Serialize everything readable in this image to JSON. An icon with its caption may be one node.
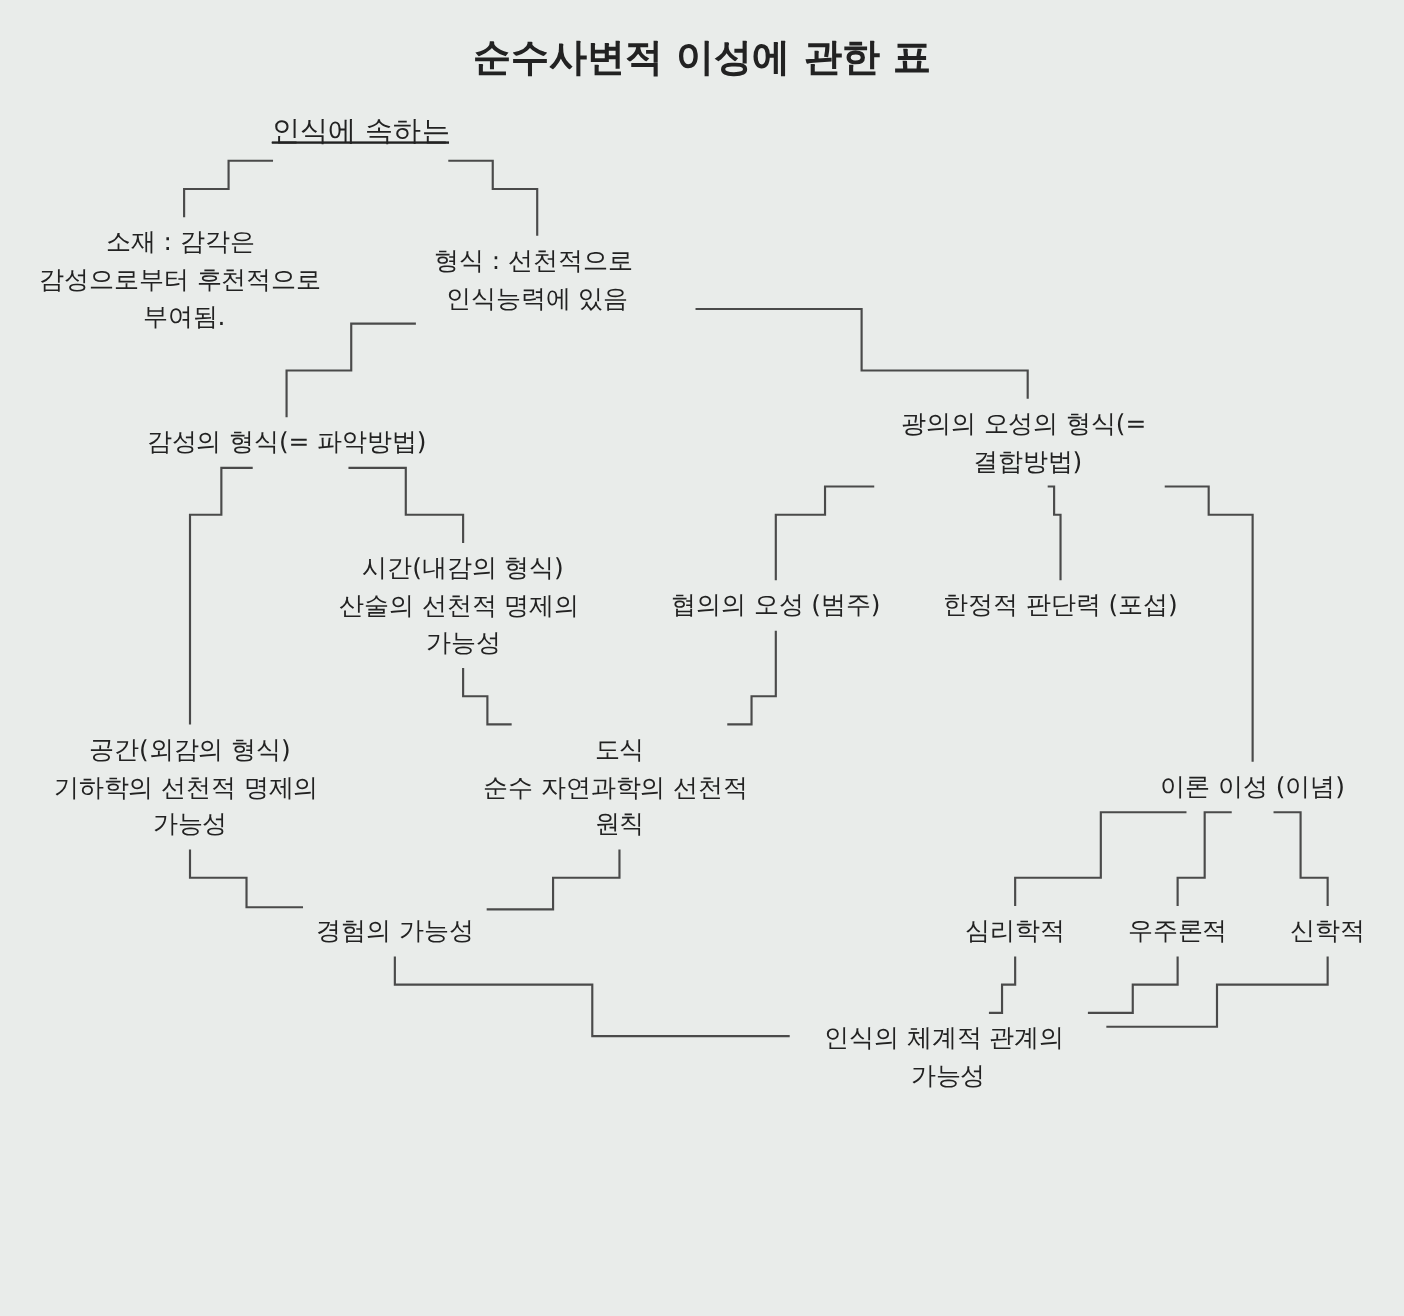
{
  "diagram": {
    "title": "순수사변적 이성에 관한 표",
    "nodes": [
      {
        "text": [
          "인식에 속하는"
        ]
      },
      {
        "text": [
          "소재 : 감각은 감성으로부터 후천적으로 부여됨."
        ]
      },
      {
        "text": [
          "형식 : 선천적으로 인식능력에 있음"
        ]
      },
      {
        "text": [
          "감성의 형식(= 파악방법)"
        ]
      },
      {
        "text": [
          "광의의 오성의 형식(= 결합방법)"
        ]
      },
      {
        "text": [
          "공간(외감의 형식)",
          "기하학의 선천적 명제의 가능성"
        ]
      },
      {
        "text": [
          "시간(내감의 형식)",
          "산술의 선천적 명제의 가능성"
        ]
      },
      {
        "text": [
          "협의의 오성 (범주)"
        ]
      },
      {
        "text": [
          "한정적 판단력 (포섭)"
        ]
      },
      {
        "text": [
          "이론 이성 (이념)"
        ]
      },
      {
        "text": [
          "심리학적"
        ]
      },
      {
        "text": [
          "우주론적"
        ]
      },
      {
        "text": [
          "신학적"
        ]
      },
      {
        "text": [
          "도식",
          "순수 자연과학의 선천적 원칙"
        ]
      },
      {
        "text": [
          "경험의 가능성"
        ]
      },
      {
        "text": [
          "인식의 체계적 관계의 가능성"
        ]
      }
    ],
    "edges": [
      {
        "from": 0,
        "to": 1,
        "arrow": "none"
      },
      {
        "from": 0,
        "to": 2,
        "arrow": "none"
      },
      {
        "from": 2,
        "to": 3,
        "arrow": "none"
      },
      {
        "from": 2,
        "to": 4,
        "arrow": "none"
      },
      {
        "from": 3,
        "to": 5,
        "arrow": "none"
      },
      {
        "from": 3,
        "to": 6,
        "arrow": "none"
      },
      {
        "from": 4,
        "to": 7,
        "arrow": "none"
      },
      {
        "from": 4,
        "to": 8,
        "arrow": "none"
      },
      {
        "from": 4,
        "to": 9,
        "arrow": "none"
      },
      {
        "from": 9,
        "to": 10,
        "arrow": "none"
      },
      {
        "from": 9,
        "to": 11,
        "arrow": "none"
      },
      {
        "from": 9,
        "to": 12,
        "arrow": "none"
      },
      {
        "from": 6,
        "to": 13,
        "arrow": "none"
      },
      {
        "from": 7,
        "to": 13,
        "arrow": "none"
      },
      {
        "from": 5,
        "to": 14,
        "arrow": "none"
      },
      {
        "from": 13,
        "to": 14,
        "arrow": "none"
      },
      {
        "from": 10,
        "to": 15,
        "arrow": "none"
      },
      {
        "from": 11,
        "to": 15,
        "arrow": "none"
      },
      {
        "from": 12,
        "to": 15,
        "arrow": "none"
      },
      {
        "from": 14,
        "to": 15,
        "arrow": "none"
      }
    ]
  }
}
